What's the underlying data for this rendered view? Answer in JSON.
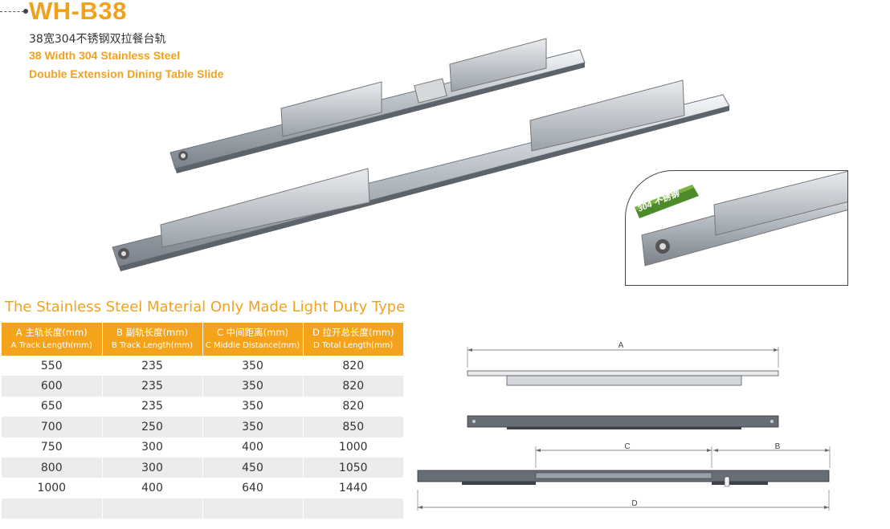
{
  "header": {
    "model": "WH-B38",
    "title_cn": "38宽304不锈钢双拉餐台轨",
    "title_en_line1": "38 Width 304 Stainless Steel",
    "title_en_line2": "Double Extension Dining Table Slide"
  },
  "badge": {
    "text": "304 不锈钢",
    "color": "#4d8a2a"
  },
  "section_title": "The  Stainless Steel Material Only Made Light Duty Type",
  "table": {
    "header_color": "#f4a31a",
    "columns": [
      {
        "cn": "A 主轨长度(mm)",
        "en": "A Track Length(mm)"
      },
      {
        "cn": "B 副轨长度(mm)",
        "en": "B Track Length(mm)"
      },
      {
        "cn": "C 中间距离(mm)",
        "en": "C Middle Distance(mm)"
      },
      {
        "cn": "D 拉开总长度(mm)",
        "en": "D Total Length(mm)"
      }
    ],
    "rows": [
      [
        "550",
        "235",
        "350",
        "820"
      ],
      [
        "600",
        "235",
        "350",
        "820"
      ],
      [
        "650",
        "235",
        "350",
        "820"
      ],
      [
        "700",
        "250",
        "350",
        "850"
      ],
      [
        "750",
        "300",
        "400",
        "1000"
      ],
      [
        "800",
        "300",
        "450",
        "1050"
      ],
      [
        "1000",
        "400",
        "640",
        "1440"
      ],
      [
        "",
        "",
        "",
        ""
      ]
    ]
  },
  "diagram": {
    "label_a": "A",
    "label_b": "B",
    "label_c": "C",
    "label_d": "D"
  }
}
